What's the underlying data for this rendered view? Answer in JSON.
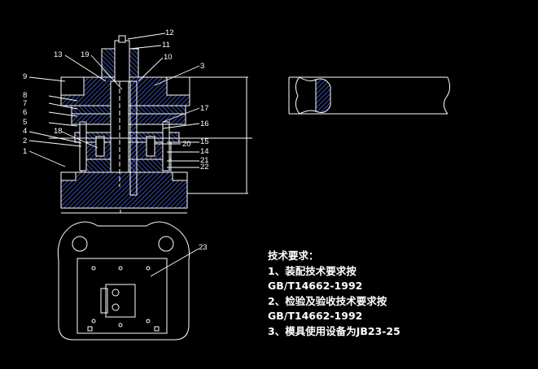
{
  "drawing": {
    "background": "#000000",
    "line_color": "#ffffff",
    "section_hatch_color": "#4a64d6",
    "section_line_color": "#ffffff"
  },
  "part_labels": [
    "1",
    "2",
    "3",
    "4",
    "5",
    "6",
    "7",
    "8",
    "9",
    "10",
    "11",
    "12",
    "13",
    "14",
    "15",
    "16",
    "17",
    "18",
    "19",
    "20",
    "21",
    "22",
    "23"
  ],
  "technical_requirements": {
    "title": "技术要求：",
    "lines": [
      "1、装配技术要求按",
      "GB/T14662-1992",
      "2、检验及验收技术要求按",
      "GB/T14662-1992",
      "3、模具使用设备为JB23-25"
    ]
  }
}
